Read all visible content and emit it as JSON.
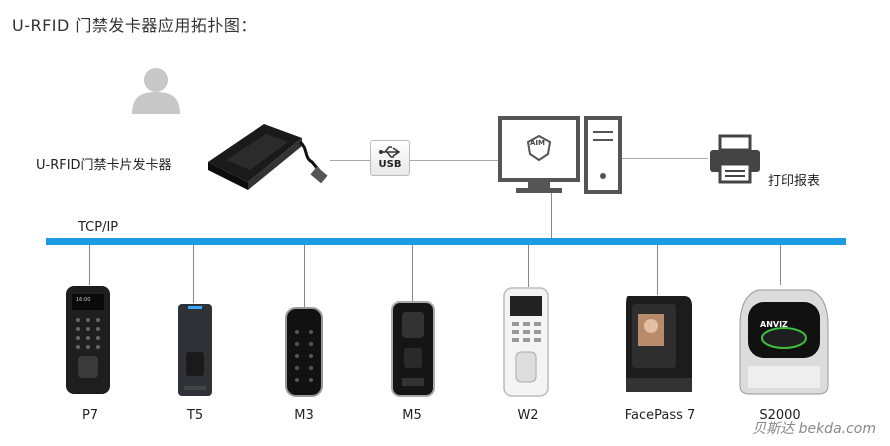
{
  "title": "U-RFID 门禁发卡器应用拓扑图：",
  "issuer_label": "U-RFID门禁卡片发卡器",
  "usb_label": "USB",
  "printer_label": "打印报表",
  "bus_label": "TCP/IP",
  "monitor_logo": "AIM",
  "devices": [
    {
      "label": "P7"
    },
    {
      "label": "T5"
    },
    {
      "label": "M3"
    },
    {
      "label": "M5"
    },
    {
      "label": "W2"
    },
    {
      "label": "FacePass 7"
    },
    {
      "label": "S2000"
    }
  ],
  "device_texts": {
    "p7_time": "16:00",
    "s2000_brand": "ANVIZ"
  },
  "watermark": "贝斯达 bekda.com",
  "colors": {
    "bus": "#1c9be4",
    "line": "#999999",
    "device_dark": "#2a2a2a"
  }
}
